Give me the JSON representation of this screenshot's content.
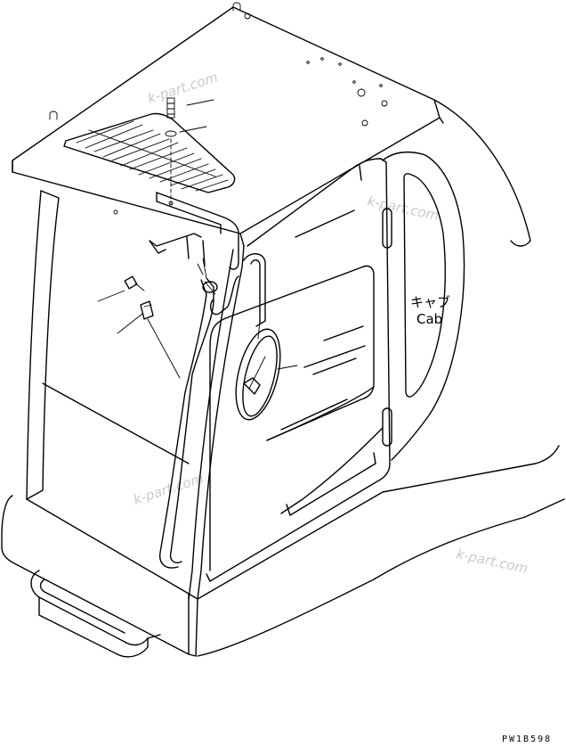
{
  "cab_label_jp": "キャブ",
  "cab_label_en": "Cab",
  "watermark": "k-part.com",
  "drawing_code": "PW1B598"
}
